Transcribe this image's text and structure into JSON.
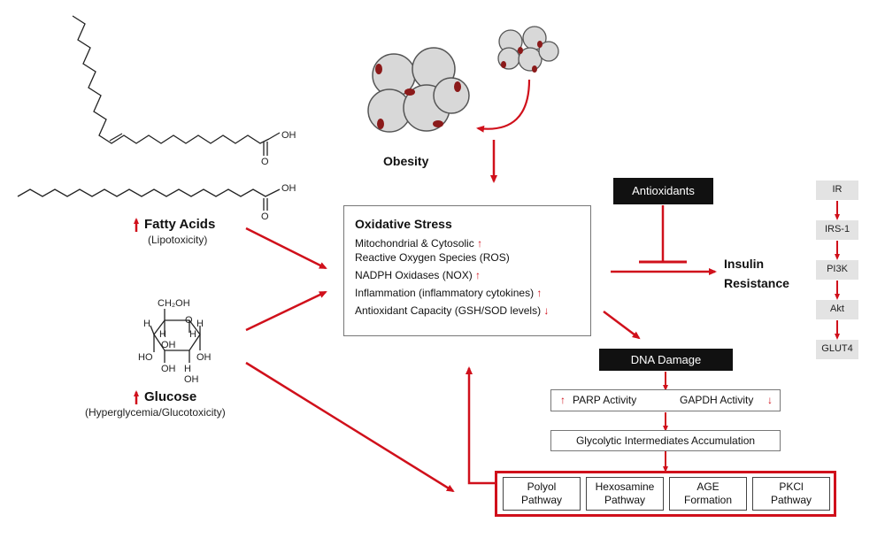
{
  "fatty_acids": {
    "arrow_icon": "up-arrow-icon",
    "label": "Fatty Acids",
    "sub": "(Lipotoxicity)"
  },
  "glucose": {
    "arrow_icon": "up-arrow-icon",
    "label": "Glucose",
    "sub": "(Hyperglycemia/Glucotoxicity)"
  },
  "chem": {
    "oleic_oh": "OH",
    "oleic_o": "O",
    "palm_oh": "OH",
    "palm_o": "O",
    "ch2oh": "CH₂OH",
    "ring_o": "O",
    "h1": "H",
    "h2": "H",
    "h3": "H",
    "h4": "H",
    "h5": "H",
    "oh1": "OH",
    "oh2": "OH",
    "oh3": "OH",
    "oh4": "OH",
    "ho1": "HO"
  },
  "obesity": {
    "label": "Obesity"
  },
  "oxidative_stress": {
    "title": "Oxidative Stress",
    "line1": "Mitochondrial & Cytosolic",
    "line2": "Reactive Oxygen Species (ROS)",
    "line3": "NADPH Oxidases (NOX)",
    "line4": "Inflammation (inflammatory cytokines)",
    "line5": "Antioxidant Capacity (GSH/SOD levels)",
    "up_glyph": "↑",
    "down_glyph": "↓"
  },
  "antioxidants": {
    "label": "Antioxidants"
  },
  "insulin_resistance": {
    "line1": "Insulin",
    "line2": "Resistance"
  },
  "signaling": [
    "IR",
    "IRS-1",
    "PI3K",
    "Akt",
    "GLUT4"
  ],
  "dna_damage": {
    "label": "DNA Damage"
  },
  "parp_gapdh": {
    "parp": "PARP Activity",
    "gapdh": "GAPDH Activity",
    "up_glyph": "↑",
    "down_glyph": "↓"
  },
  "glycolytic": {
    "label": "Glycolytic Intermediates Accumulation"
  },
  "pathways": [
    {
      "line1": "Polyol",
      "line2": "Pathway"
    },
    {
      "line1": "Hexosamine",
      "line2": "Pathway"
    },
    {
      "line1": "AGE",
      "line2": "Formation"
    },
    {
      "line1": "PKCl",
      "line2": "Pathway"
    }
  ],
  "colors": {
    "accent_red": "#d0101b",
    "black_box": "#111111",
    "gray_box": "#e3e3e3"
  }
}
